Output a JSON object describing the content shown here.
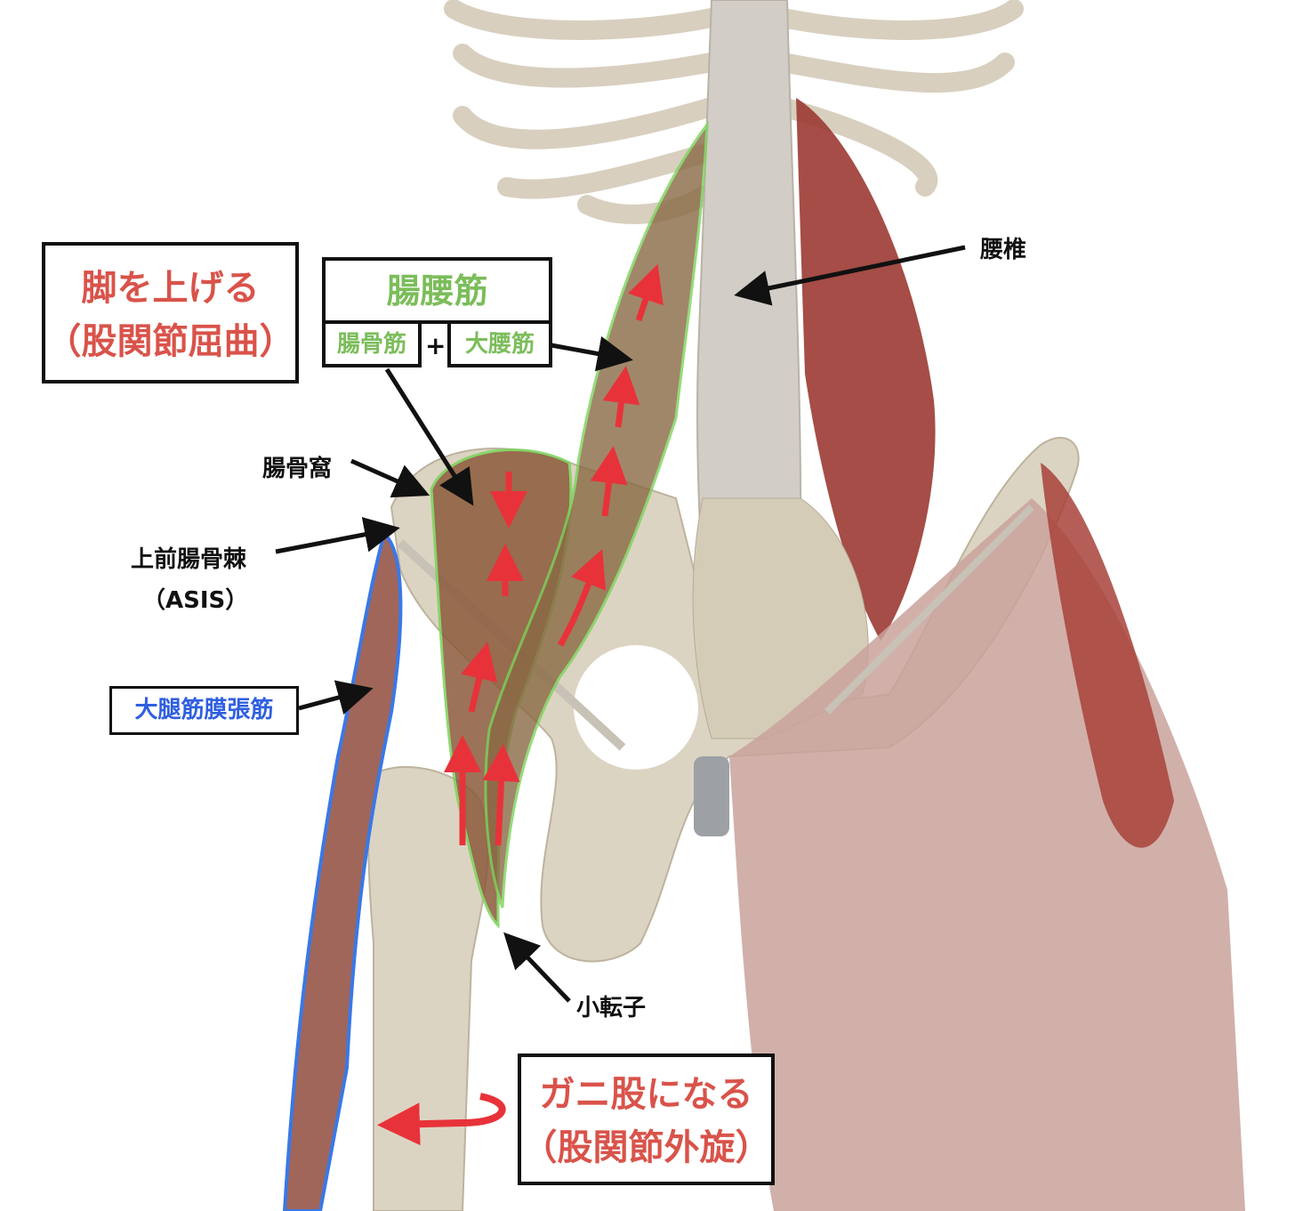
{
  "title_box": {
    "line1": "脚を上げる",
    "line2": "（股関節屈曲）"
  },
  "iliopsoas_box": {
    "title": "腸腰筋",
    "part1": "腸骨筋",
    "plus": "+",
    "part2": "大腰筋"
  },
  "labels": {
    "lumbar": "腰椎",
    "iliac_fossa": "腸骨窩",
    "asis_line1": "上前腸骨棘",
    "asis_line2": "（ASIS）",
    "tfl": "大腿筋膜張筋",
    "lesser_trochanter": "小転子"
  },
  "result_box": {
    "line1": "ガニ股になる",
    "line2": "（股関節外旋）"
  },
  "colors": {
    "accent_red": "#d9534a",
    "green": "#7bbd5a",
    "blue": "#2f5fe0",
    "bone": "#d9d1c0",
    "muscle": "#9b3a32"
  }
}
